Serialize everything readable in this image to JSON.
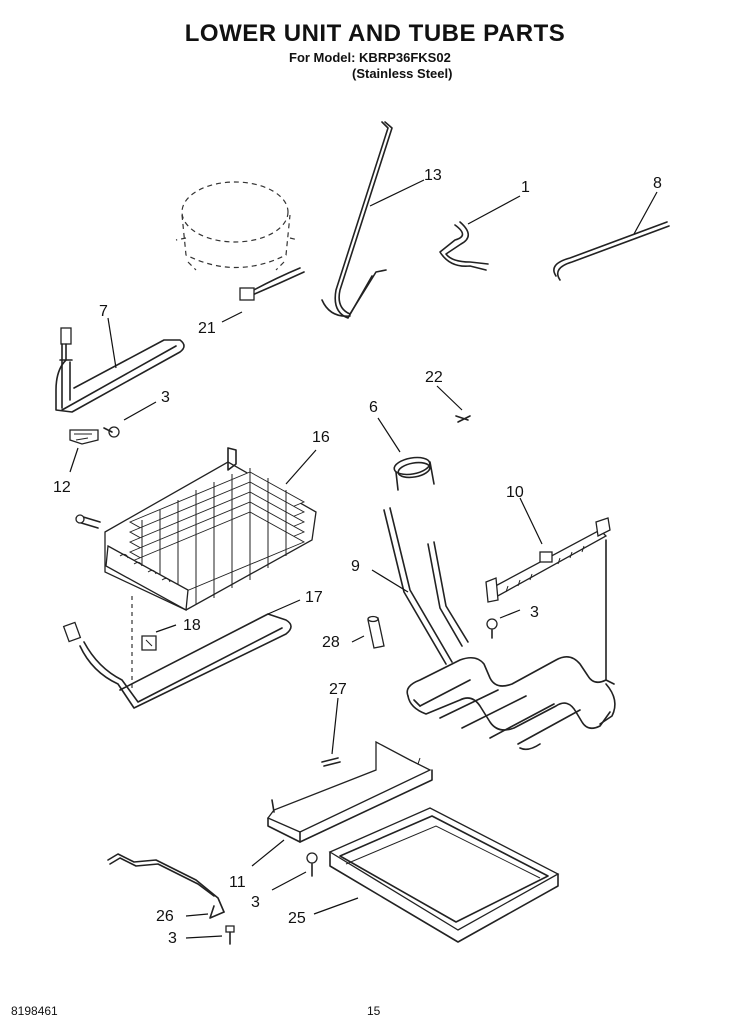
{
  "header": {
    "title": "LOWER UNIT AND TUBE PARTS",
    "model_line": "For Model: KBRP36FKS02",
    "finish_line": "(Stainless Steel)"
  },
  "callouts": {
    "c13": "13",
    "c1": "1",
    "c8": "8",
    "c7": "7",
    "c21": "21",
    "c3a": "3",
    "c12": "12",
    "c16": "16",
    "c22": "22",
    "c6": "6",
    "c10": "10",
    "c9": "9",
    "c3b": "3",
    "c17": "17",
    "c18": "18",
    "c28": "28",
    "c27": "27",
    "c11": "11",
    "c3c": "3",
    "c25": "25",
    "c26": "26",
    "c3d": "3"
  },
  "footer": {
    "doc_number": "8198461",
    "page_number": "15"
  }
}
